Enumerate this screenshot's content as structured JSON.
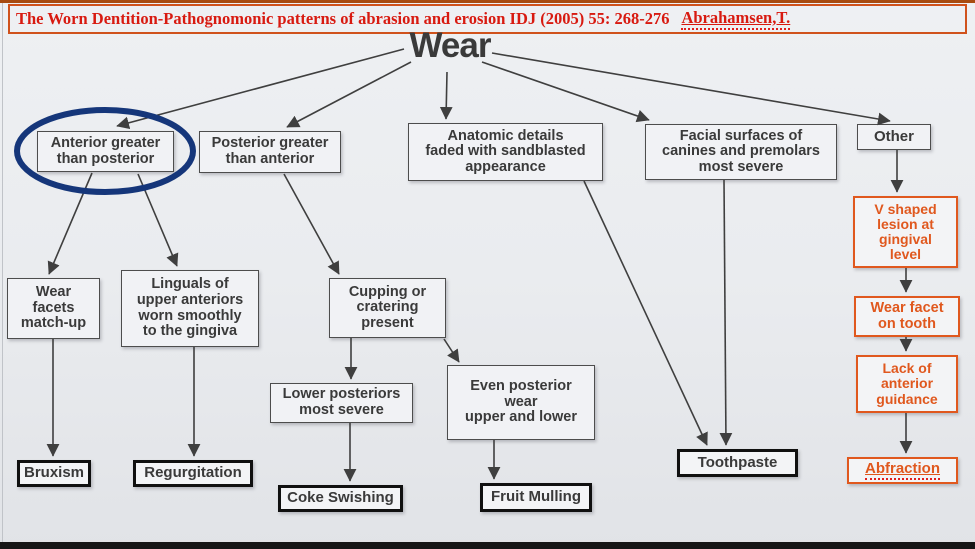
{
  "header": {
    "title": "The Worn Dentition-Pathognomonic patterns of abrasion and erosion  IDJ (2005) 55: 268-276",
    "author": "Abrahamsen,T."
  },
  "tree": {
    "root": "Wear"
  },
  "nodes": {
    "anterior": {
      "label": "Anterior greater\nthan posterior",
      "highlighted": "circled in blue"
    },
    "posterior": {
      "label": "Posterior greater\nthan anterior"
    },
    "anatomic": {
      "label": "Anatomic details\nfaded with sandblasted\nappearance"
    },
    "facial": {
      "label": "Facial surfaces of\ncanines and premolars\nmost severe"
    },
    "other": {
      "label": "Other"
    },
    "wear_facets": {
      "label": "Wear\nfacets\nmatch-up"
    },
    "linguals": {
      "label": "Linguals of\nupper anteriors\nworn smoothly\nto the gingiva"
    },
    "cupping": {
      "label": "Cupping or\ncratering\npresent"
    },
    "lower_posteriors": {
      "label": "Lower posteriors\nmost severe"
    },
    "even_posterior": {
      "label": "Even posterior\nwear\nupper and lower"
    },
    "bruxism": {
      "label": "Bruxism"
    },
    "regurgitation": {
      "label": "Regurgitation"
    },
    "coke_swishing": {
      "label": "Coke Swishing"
    },
    "fruit_mulling": {
      "label": "Fruit Mulling"
    },
    "toothpaste": {
      "label": "Toothpaste"
    },
    "v_shaped": {
      "label": "V shaped\nlesion at\ngingival\nlevel"
    },
    "wear_facet_tooth": {
      "label": "Wear facet\non tooth"
    },
    "lack_guidance": {
      "label": "Lack of\nanterior\nguidance"
    },
    "abfraction": {
      "label": "Abfraction"
    }
  },
  "colors": {
    "title_red": "#d81a10",
    "title_border_orange": "#d0521c",
    "accent_orange": "#e0581e",
    "ellipse_blue": "#15367a",
    "line_gray": "#3f3f3f"
  }
}
